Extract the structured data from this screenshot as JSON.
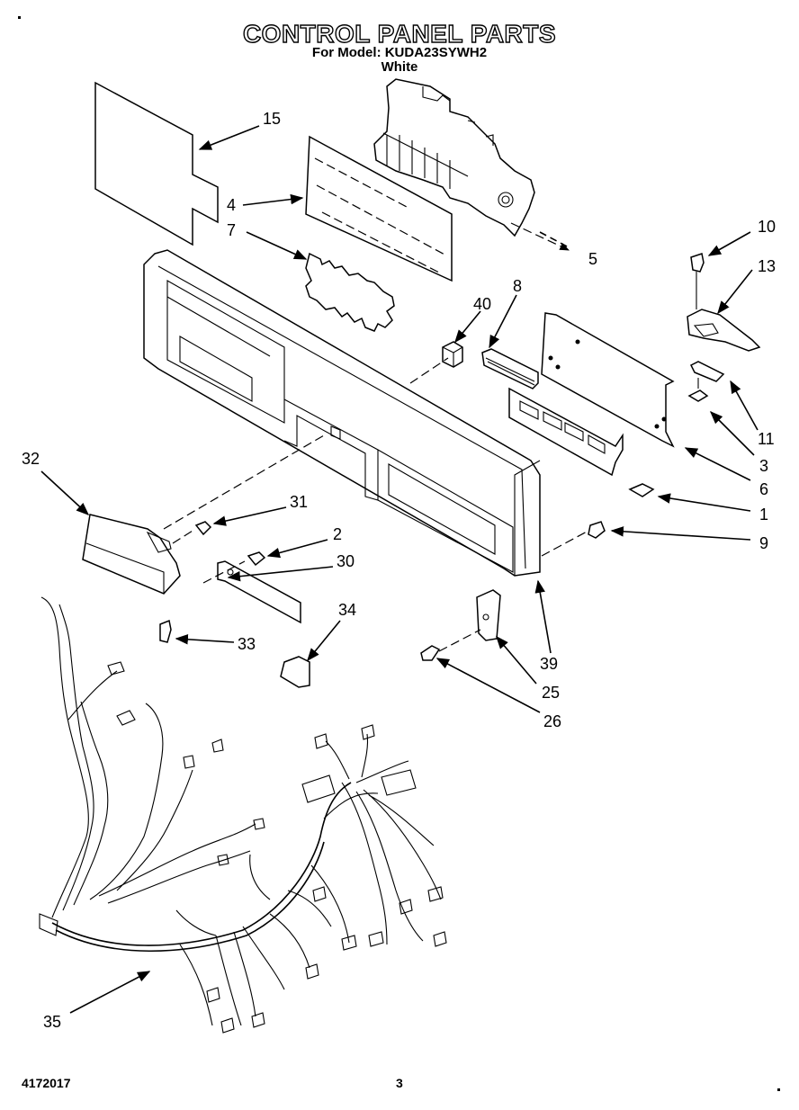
{
  "title": "CONTROL PANEL PARTS",
  "model_line": "For Model: KUDA23SYWH2",
  "color_line": "White",
  "footer": {
    "doc_number": "4172017",
    "page_number": "3"
  },
  "callouts": {
    "c15": "15",
    "c4": "4",
    "c7": "7",
    "c5": "5",
    "c10": "10",
    "c13": "13",
    "c40": "40",
    "c8": "8",
    "c11": "11",
    "c3": "3",
    "c6": "6",
    "c1": "1",
    "c9": "9",
    "c32": "32",
    "c31": "31",
    "c2": "2",
    "c30": "30",
    "c34": "34",
    "c33": "33",
    "c39": "39",
    "c25": "25",
    "c26": "26",
    "c35": "35"
  }
}
